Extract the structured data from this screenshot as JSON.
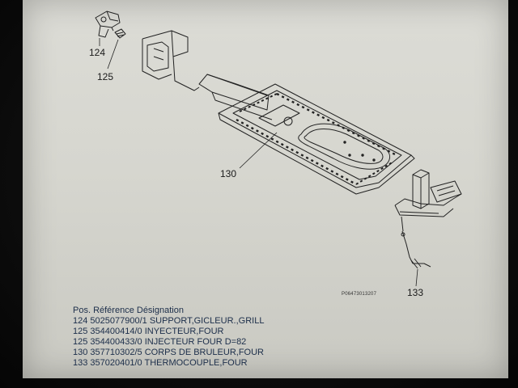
{
  "callouts": {
    "c124": "124",
    "c125": "125",
    "c130": "130",
    "c133": "133"
  },
  "drawing_reference": "P06473013207",
  "parts_table": {
    "header": "Pos. Référence Désignation",
    "rows": [
      "124 5025077900/1 SUPPORT,GICLEUR.,GRILL",
      "125 354400414/0 INYECTEUR,FOUR",
      "125 354400433/0 INJECTEUR FOUR D=82",
      "130 357710302/5 CORPS DE BRULEUR,FOUR",
      "133 357020401/0 THERMOCOUPLE,FOUR"
    ]
  },
  "colors": {
    "paper": "#d8d8d1",
    "line": "#222222",
    "text": "#1c2e4a"
  }
}
